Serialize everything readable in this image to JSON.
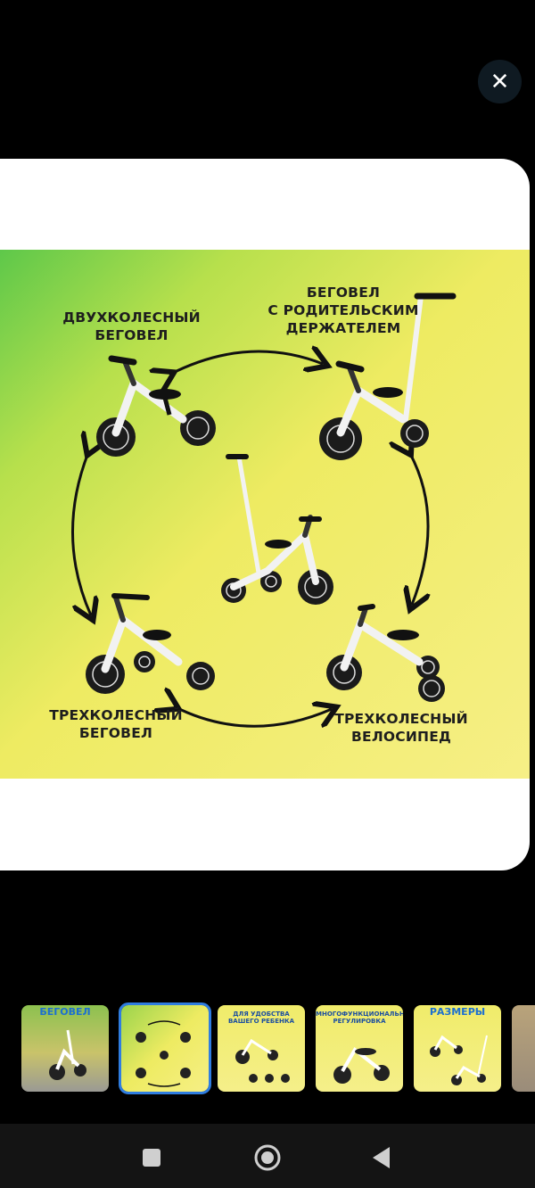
{
  "viewer": {
    "close_icon": "close-icon",
    "close_glyph": "✕"
  },
  "product_image": {
    "labels": {
      "two_wheel": [
        "ДВУХКОЛЕСНЫЙ",
        "БЕГОВЕЛ"
      ],
      "parent_handle": [
        "БЕГОВЕЛ",
        "С РОДИТЕЛЬСКИМ",
        "ДЕРЖАТЕЛЕМ"
      ],
      "three_wheel_balance": [
        "ТРЕХКОЛЕСНЫЙ",
        "БЕГОВЕЛ"
      ],
      "three_wheel_bike": [
        "ТРЕХКОЛЕСНЫЙ",
        "ВЕЛОСИПЕД"
      ]
    }
  },
  "thumbnails": [
    {
      "title": "БЕГОВЕЛ",
      "selected": false
    },
    {
      "title": "",
      "selected": true
    },
    {
      "title": "ДЛЯ УДОБСТВА ВАШЕГО РЕБЕНКА",
      "selected": false
    },
    {
      "title": "МНОГОФУНКЦИОНАЛЬНАЯ РЕГУЛИРОВКА",
      "selected": false
    },
    {
      "title": "РАЗМЕРЫ",
      "selected": false
    }
  ],
  "navbar": {
    "recent_icon": "square-icon",
    "home_icon": "circle-icon",
    "back_icon": "triangle-back-icon"
  },
  "colors": {
    "selected_outline": "#2f7de0",
    "product_bg_start": "#5ec84a",
    "product_bg_end": "#f6ef86"
  }
}
